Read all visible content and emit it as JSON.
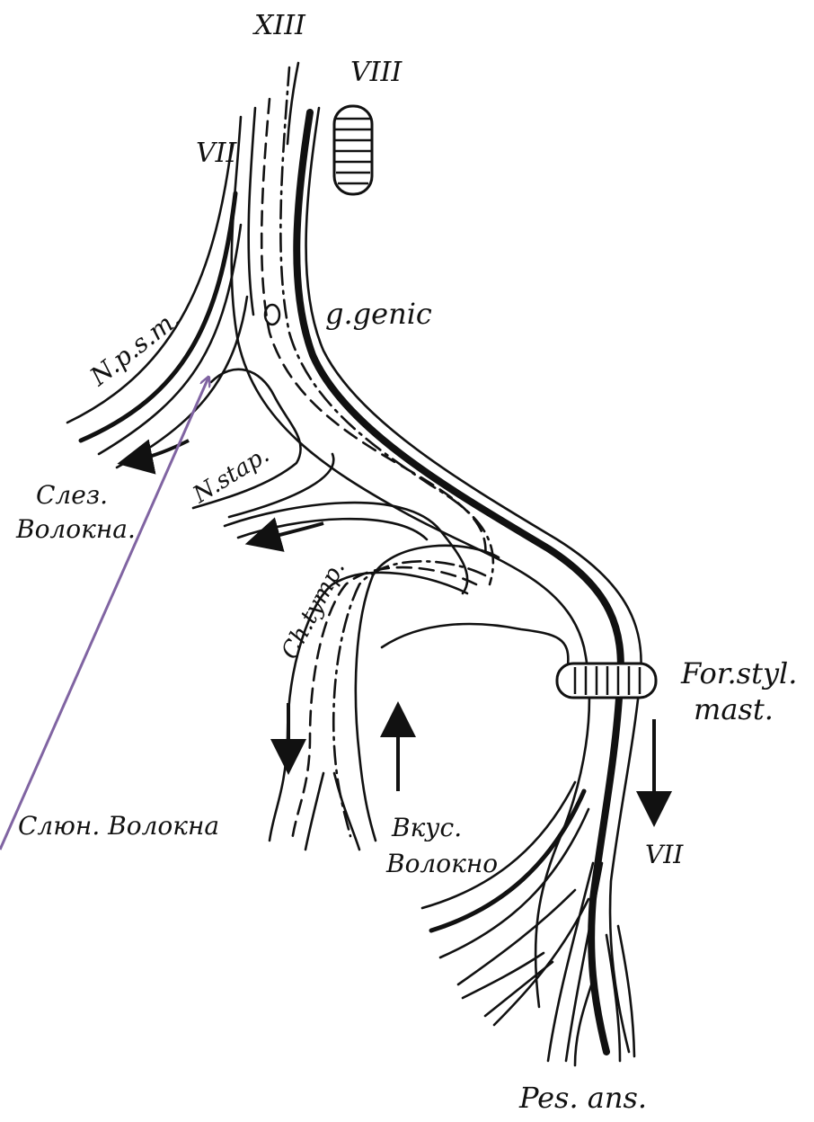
{
  "labels": {
    "xiii": "XIII",
    "viii": "VIII",
    "vii_top": "VII",
    "npsm": "N.p.s.m.",
    "ggenic": "g.genic",
    "slez_line1": "Слез.",
    "slez_line2": "Волокна.",
    "nstap": "N.stap.",
    "chtymp": "Ch.tymp.",
    "forstyl_line1": "For.styl.",
    "forstyl_line2": "mast.",
    "slyun": "Слюн. Волокна",
    "vkus_line1": "Вкус.",
    "vkus_line2": "Волокно",
    "vii_bottom": "VII",
    "pesans": "Pes. ans."
  },
  "colors": {
    "ink": "#111111",
    "pointer": "#8064a2",
    "background": "#ffffff"
  }
}
